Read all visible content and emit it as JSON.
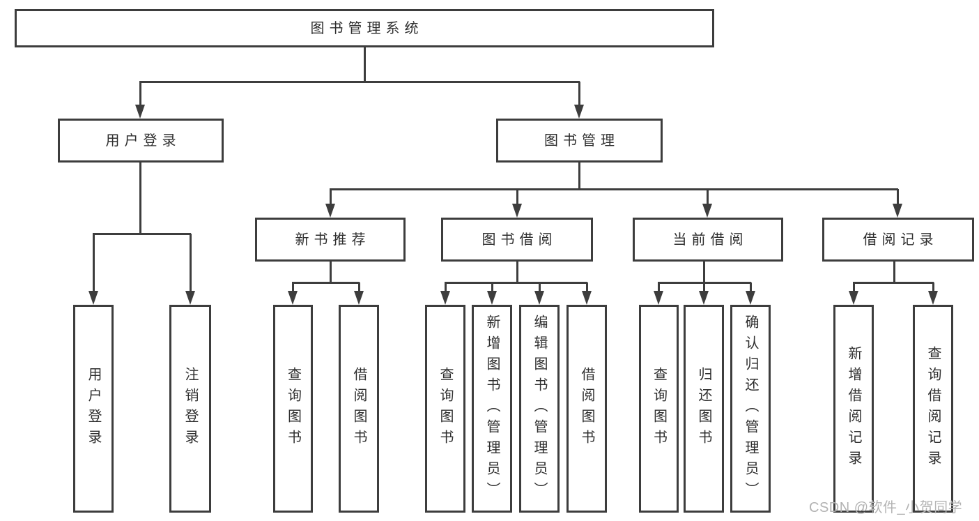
{
  "diagram_title": "图书管理系统",
  "tree": {
    "root": {
      "label": "图书管理系统",
      "children": [
        {
          "label": "用户登录",
          "children": [
            {
              "label": "用户登录"
            },
            {
              "label": "注销登录"
            }
          ]
        },
        {
          "label": "图书管理",
          "children": [
            {
              "label": "新书推荐",
              "children": [
                {
                  "label": "查询图书"
                },
                {
                  "label": "借阅图书"
                }
              ]
            },
            {
              "label": "图书借阅",
              "children": [
                {
                  "label": "查询图书"
                },
                {
                  "label": "新增图书（管理员）"
                },
                {
                  "label": "编辑图书（管理员）"
                },
                {
                  "label": "借阅图书"
                }
              ]
            },
            {
              "label": "当前借阅",
              "children": [
                {
                  "label": "查询图书"
                },
                {
                  "label": "归还图书"
                },
                {
                  "label": "确认归还（管理员）"
                }
              ]
            },
            {
              "label": "借阅记录",
              "children": [
                {
                  "label": "新增借阅记录"
                },
                {
                  "label": "查询借阅记录"
                }
              ]
            }
          ]
        }
      ]
    }
  },
  "watermark": {
    "text": "CSDN @软件_小贺同学"
  },
  "colors": {
    "line": "#3d3d3d",
    "box_border": "#3d3d3d",
    "background": "#ffffff",
    "watermark": "#b3b3b3"
  }
}
